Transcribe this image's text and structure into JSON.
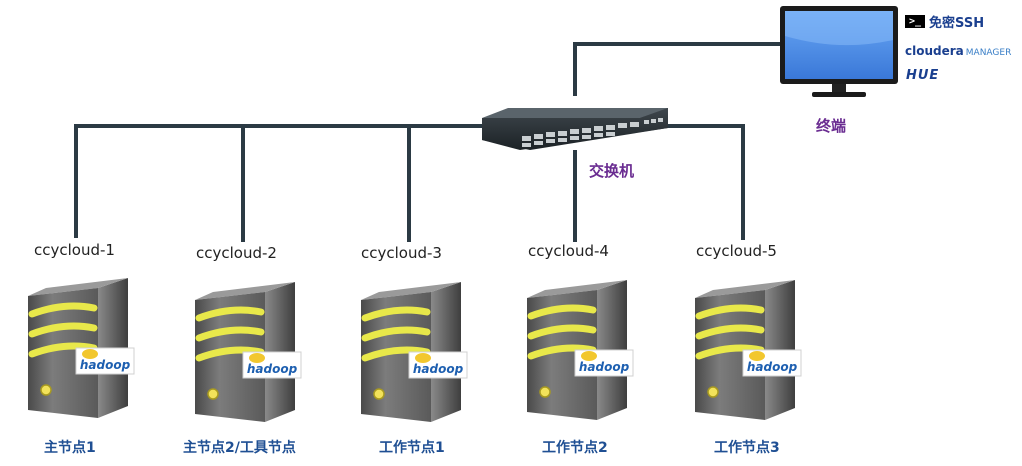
{
  "terminal": {
    "caption": "终端",
    "tools": {
      "ssh_prompt": ">_",
      "ssh_label": "免密SSH",
      "cloudera_brand": "cloudera",
      "cloudera_product": "MANAGER",
      "hue_label": "HUE"
    }
  },
  "switch": {
    "caption": "交换机"
  },
  "nodes": [
    {
      "hostname": "ccycloud-1",
      "role": "主节点1",
      "badge": "hadoop"
    },
    {
      "hostname": "ccycloud-2",
      "role": "主节点2/工具节点",
      "badge": "hadoop"
    },
    {
      "hostname": "ccycloud-3",
      "role": "工作节点1",
      "badge": "hadoop"
    },
    {
      "hostname": "ccycloud-4",
      "role": "工作节点2",
      "badge": "hadoop"
    },
    {
      "hostname": "ccycloud-5",
      "role": "工作节点3",
      "badge": "hadoop"
    }
  ],
  "colors": {
    "link": "#2b3a44",
    "caption": "#6a2c91",
    "role": "#1f4f93",
    "server_body": "#6e6e6e",
    "server_stripe": "#e8e84a",
    "monitor_screen": "#4f8de6",
    "hadoop_text": "#1d5fb0",
    "hadoop_elephant": "#f2c72e"
  }
}
